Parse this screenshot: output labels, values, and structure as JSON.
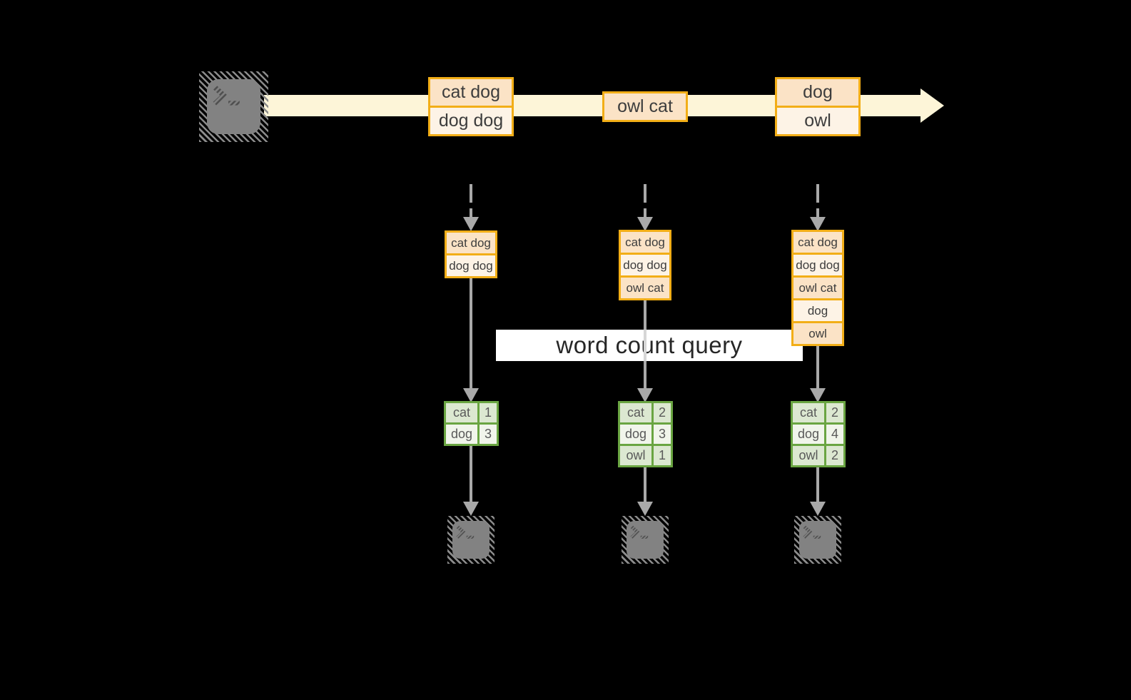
{
  "diagram": {
    "kind": "stream word-count diagram",
    "background": "#000000"
  },
  "colors": {
    "stream_band": "#FDF5D8",
    "orange_border": "#F2AE17",
    "peach_fill": "#FBE3C6",
    "cream_fill": "#FDF3E6",
    "green_border": "#6AA542",
    "sage_fill": "#DCE8D1",
    "light_green_fill": "#F1F5EB",
    "arrow_gray": "#A9A9A9",
    "terminal_gray": "#828282",
    "query_band_bg": "#FFFFFF"
  },
  "stream": {
    "events": [
      {
        "lines": [
          "cat dog",
          "dog dog"
        ]
      },
      {
        "lines": [
          "owl cat"
        ]
      },
      {
        "lines": [
          "dog",
          "owl"
        ]
      }
    ]
  },
  "query_label": {
    "text": "word count query"
  },
  "columns": [
    {
      "window": [
        "cat dog",
        "dog dog"
      ],
      "counts": [
        [
          "cat",
          "1"
        ],
        [
          "dog",
          "3"
        ]
      ]
    },
    {
      "window": [
        "cat dog",
        "dog dog",
        "owl cat"
      ],
      "counts": [
        [
          "cat",
          "2"
        ],
        [
          "dog",
          "3"
        ],
        [
          "owl",
          "1"
        ]
      ]
    },
    {
      "window": [
        "cat dog",
        "dog dog",
        "owl cat",
        "dog",
        "owl"
      ],
      "counts": [
        [
          "cat",
          "2"
        ],
        [
          "dog",
          "4"
        ],
        [
          "owl",
          "2"
        ]
      ]
    }
  ],
  "icons": {
    "source": "terminal-icon",
    "sinks": [
      "terminal-icon",
      "terminal-icon",
      "terminal-icon"
    ]
  }
}
